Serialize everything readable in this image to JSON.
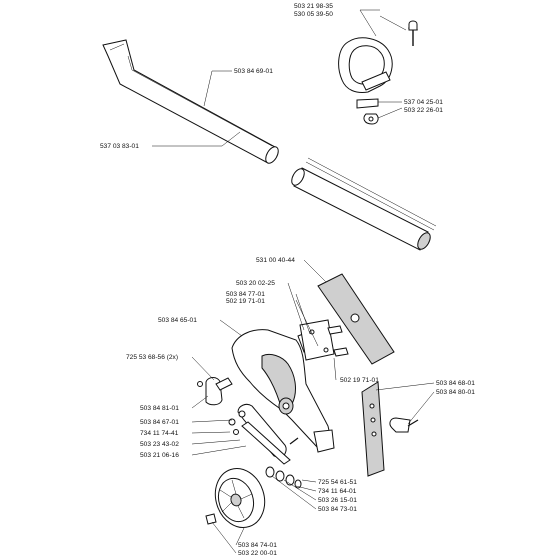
{
  "labels": {
    "l01": "503 21 98-35",
    "l02": "530 05 39-50",
    "l03": "503 84 69-01",
    "l04": "537 04 25-01",
    "l05": "503 22 26-01",
    "l06": "537 03 83-01",
    "l07": "531 00 40-44",
    "l08": "503 20 02-25",
    "l09": "503 84 77-01",
    "l10": "502 19 71-01",
    "l11": "503 84 65-01",
    "l12": "725 53 68-56 (2x)",
    "l13": "502 19 71-01",
    "l14": "503 84 68-01",
    "l15": "503 84 80-01",
    "l16": "503 84 81-01",
    "l17": "503 84 67-01",
    "l18": "734 11 74-41",
    "l19": "503 23 43-02",
    "l20": "503 21 06-16",
    "l21": "725 54 61-51",
    "l22": "734 11 64-01",
    "l23": "503 26 15-01",
    "l24": "503 84 73-01",
    "l25": "503 84 74-01",
    "l26": "503 22 00-01"
  }
}
